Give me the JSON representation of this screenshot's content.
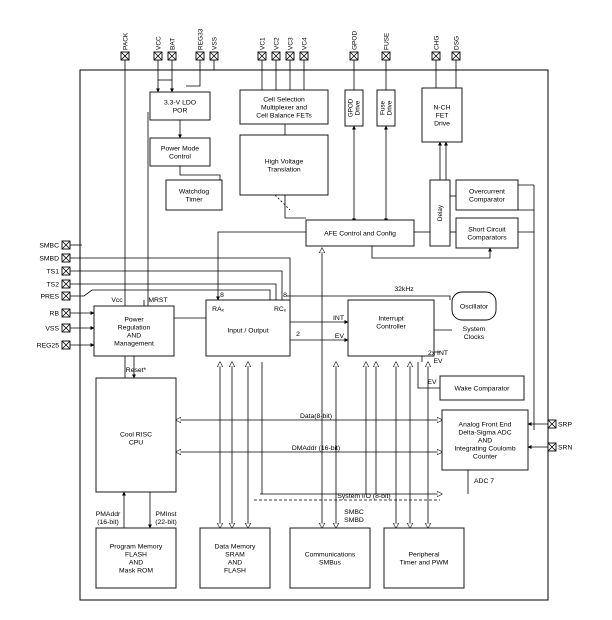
{
  "top_pins": [
    {
      "key": "pack",
      "label": "PACK"
    },
    {
      "key": "vcc",
      "label": "VCC"
    },
    {
      "key": "bat",
      "label": "BAT"
    },
    {
      "key": "reg33",
      "label": "REG33"
    },
    {
      "key": "vss",
      "label": "VSS"
    },
    {
      "key": "vc1",
      "label": "VC1"
    },
    {
      "key": "vc2",
      "label": "VC2"
    },
    {
      "key": "vc3",
      "label": "VC3"
    },
    {
      "key": "vc4",
      "label": "VC4"
    },
    {
      "key": "gpod",
      "label": "GPOD"
    },
    {
      "key": "fuse",
      "label": "FUSE"
    },
    {
      "key": "chg",
      "label": "CHG"
    },
    {
      "key": "dsg",
      "label": "DSG"
    }
  ],
  "left_pins": [
    {
      "key": "smbc",
      "label": "SMBC"
    },
    {
      "key": "smbd",
      "label": "SMBD"
    },
    {
      "key": "ts1",
      "label": "TS1"
    },
    {
      "key": "ts2",
      "label": "TS2"
    },
    {
      "key": "pres",
      "label": "PRES"
    },
    {
      "key": "rb",
      "label": "RB"
    },
    {
      "key": "vss",
      "label": "VSS"
    },
    {
      "key": "reg25",
      "label": "REG25"
    }
  ],
  "right_pins": [
    {
      "key": "srp",
      "label": "SRP"
    },
    {
      "key": "srn",
      "label": "SRN"
    }
  ],
  "blocks": {
    "ldo": [
      "3.3-V LDO",
      "POR"
    ],
    "power_mode": [
      "Power Mode",
      "Control"
    ],
    "watchdog": [
      "Watchdog",
      "Timer"
    ],
    "cell_select": [
      "Cell Selection",
      "Multiplexer and",
      "Cell Balance FETs"
    ],
    "hv_translation": [
      "High Voltage",
      "Translation"
    ],
    "gpod_drive": [
      "GPOD",
      "Drive"
    ],
    "fuse_drive": [
      "Fuse",
      "Drive"
    ],
    "nch_fet": [
      "N-CH",
      "FET",
      "Drive"
    ],
    "delay": [
      "Delay"
    ],
    "overcurrent": [
      "Overcurrent",
      "Comparator"
    ],
    "short_circuit": [
      "Short Circuit",
      "Comparators"
    ],
    "afe_control": [
      "AFE Control and Config"
    ],
    "power_reg": [
      "Power",
      "Regulation",
      "AND",
      "Management"
    ],
    "io": [
      "Input / Output"
    ],
    "interrupt": [
      "Interrupt",
      "Controller"
    ],
    "oscillator": [
      "Oscillator"
    ],
    "cpu": [
      "Cool RISC",
      "CPU"
    ],
    "wake": [
      "Wake  Comparator"
    ],
    "analog_fe": [
      "Analog Front End",
      "Delta-Sigma ADC",
      "AND",
      "Integrating Coulomb",
      "Counter"
    ],
    "program_memory": [
      "Program Memory",
      "FLASH",
      "AND",
      "Mask ROM"
    ],
    "data_memory": [
      "Data Memory",
      "SRAM",
      "AND",
      "FLASH"
    ],
    "communications": [
      "Communications",
      "SMBus"
    ],
    "peripheral": [
      "Peripheral",
      "Timer and  PWM"
    ]
  },
  "labels": {
    "vcc": "Vcc",
    "mrst": "MRST",
    "io_ra": "RAₓ",
    "io_rc": "RCₓ",
    "io_8a": "8",
    "io_8b": "8",
    "int": "INT",
    "ev": "EV",
    "two": "2",
    "khz": "32kHz",
    "system_clocks": [
      "System",
      "Clocks"
    ],
    "int_ev": [
      "2x INT",
      "EV"
    ],
    "ev2": "EV",
    "reset": "Reset*",
    "data_bus": "Data(8-bit)",
    "dm_addr": "DMAddr (16-bit)",
    "system_io": "System I/O (8-bit)",
    "smbc_smbd": [
      "SMBC",
      "SMBD"
    ],
    "adc7": "ADC 7",
    "pm_addr": [
      "PMAddr",
      "(16-bit)"
    ],
    "pm_inst": [
      "PMInst",
      "(22-bit)"
    ]
  }
}
